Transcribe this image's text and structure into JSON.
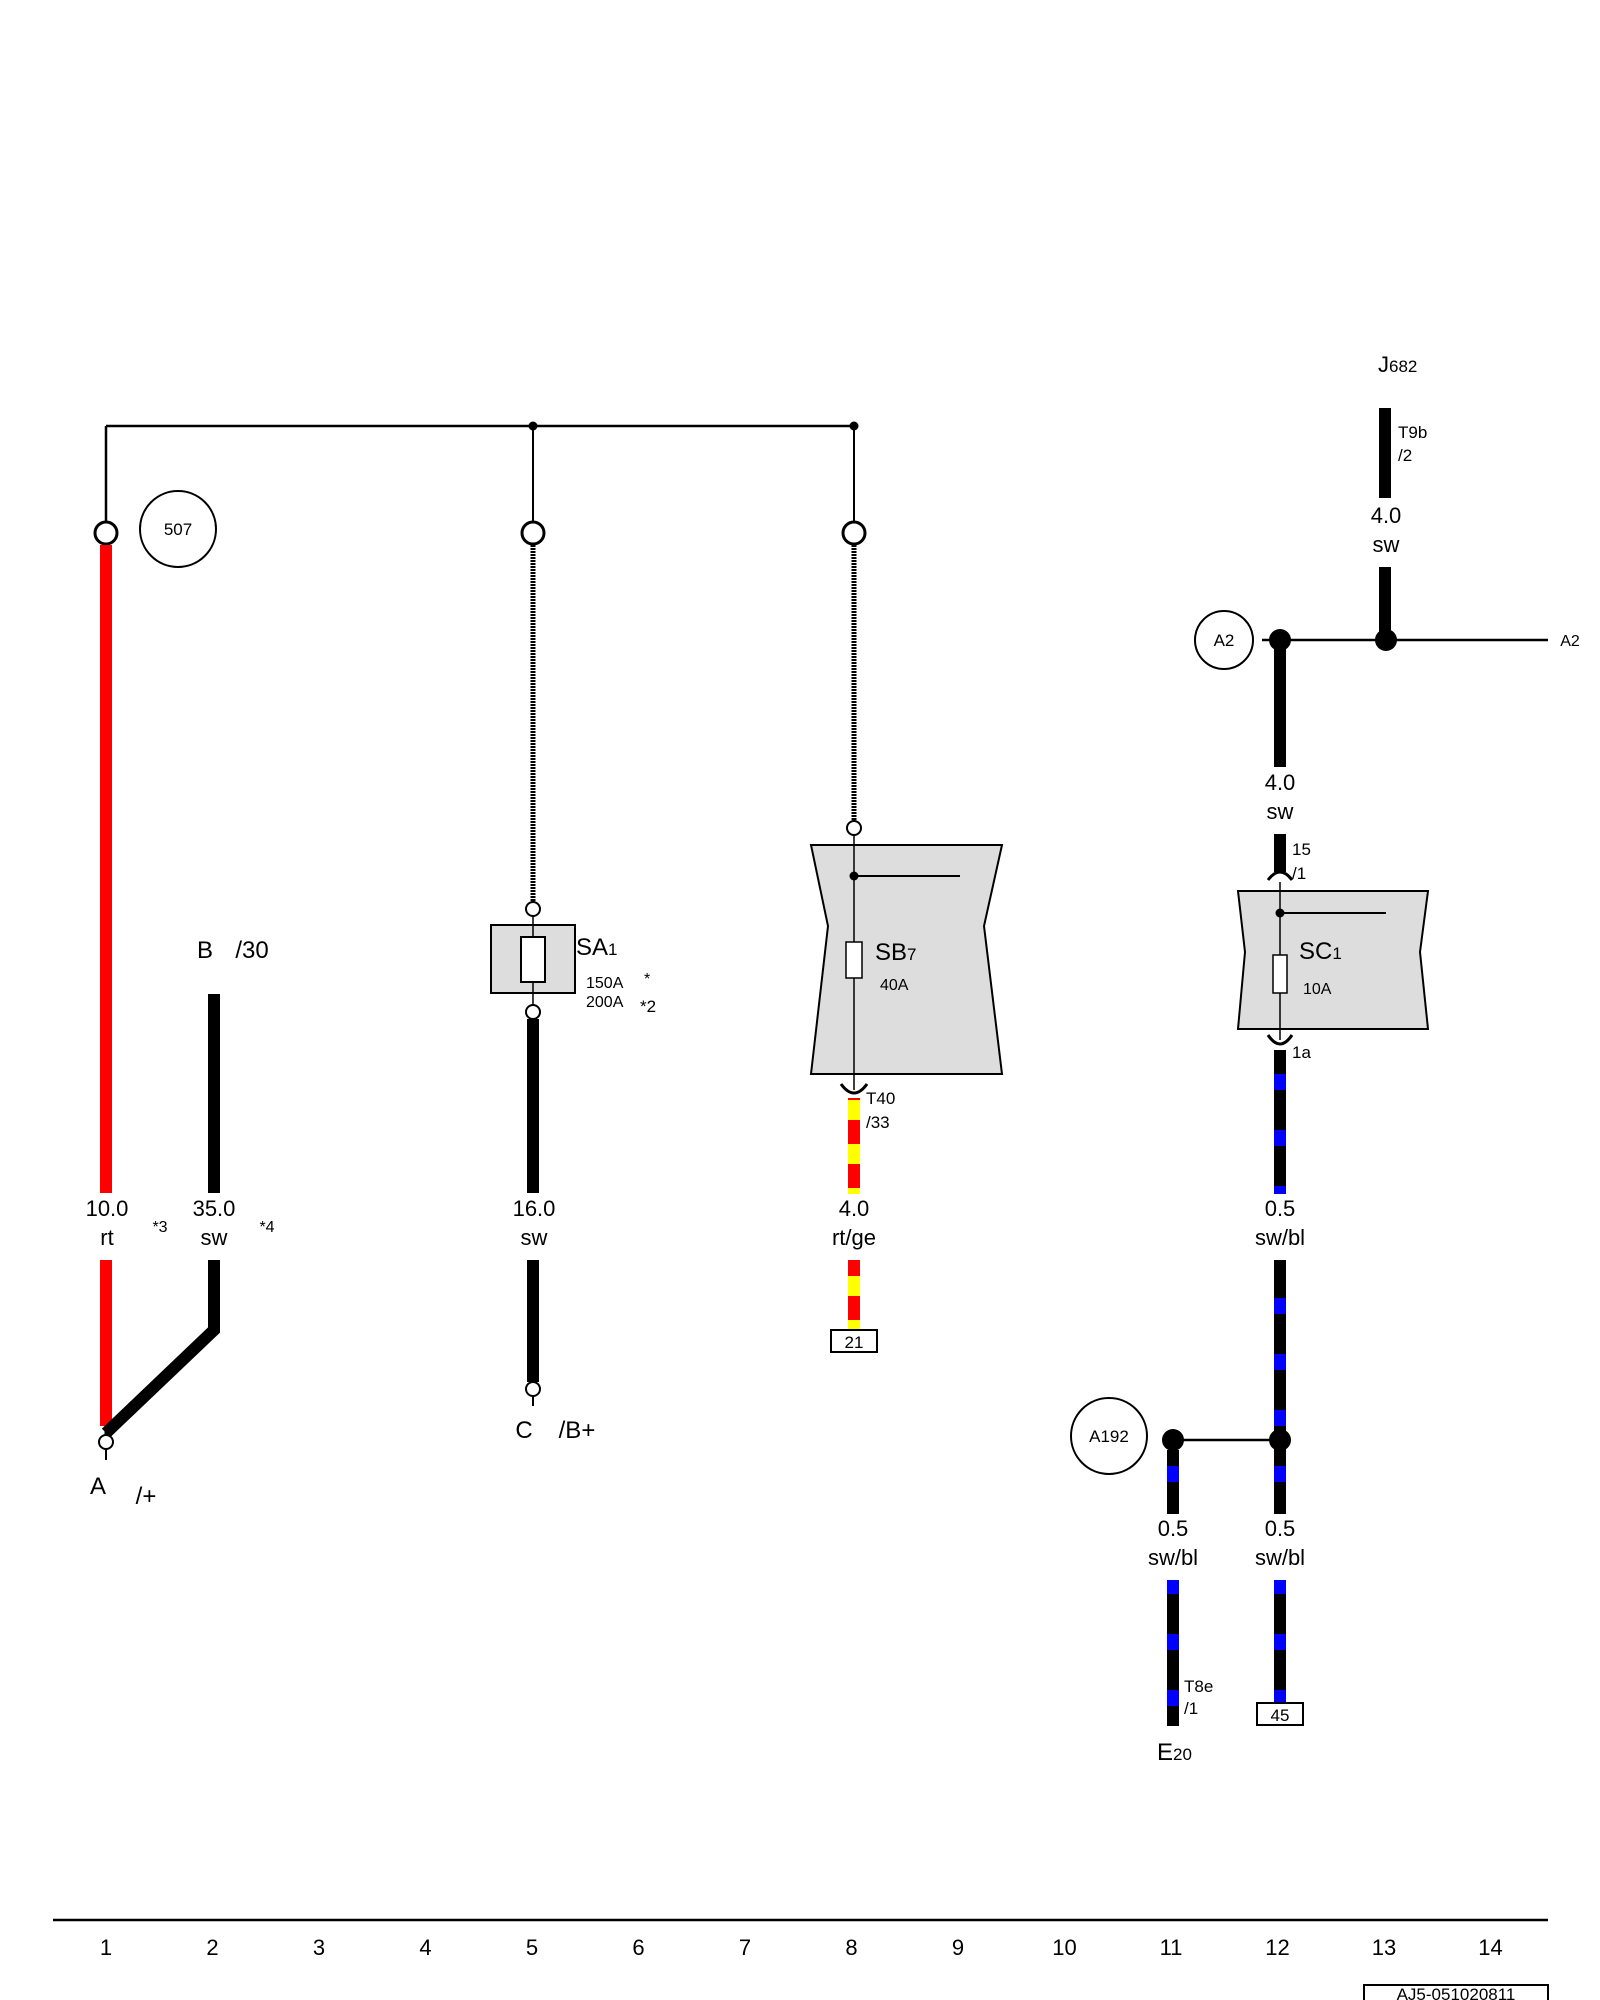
{
  "colors": {
    "red": "#ff0000",
    "yellow": "#ffff00",
    "blue": "#0000ff",
    "black": "#000000",
    "box_fill": "#dddddd"
  },
  "labels": {
    "n507": "507",
    "B": "B",
    "B_pin": "/30",
    "A": "A",
    "A_pin": "/+",
    "C": "C",
    "C_pin": "/B+",
    "SA": "SA",
    "SA_sub": "1",
    "SA_rating1": "150A",
    "SA_star1": "*",
    "SA_rating2": "200A",
    "SA_star2": "*2",
    "SB": "SB",
    "SB_sub": "7",
    "SB_rating": "40A",
    "SC": "SC",
    "SC_sub": "1",
    "SC_rating": "10A",
    "J": "J",
    "J_sub": "682",
    "T9b": "T9b",
    "T9b_pin": "/2",
    "T40": "T40",
    "T40_pin": "/33",
    "pin15": "15",
    "pin15_sub": "/1",
    "pin1a": "1a",
    "A2": "A2",
    "A2_right": "A2",
    "A192": "A192",
    "T8e": "T8e",
    "T8e_pin": "/1",
    "E": "E",
    "E_sub": "20",
    "box21": "21",
    "box45": "45",
    "star3": "*3",
    "star4": "*4",
    "ref_code": "AJ5-051020811"
  },
  "wires": [
    {
      "size": "10.0",
      "color": "rt"
    },
    {
      "size": "35.0",
      "color": "sw"
    },
    {
      "size": "16.0",
      "color": "sw"
    },
    {
      "size": "4.0",
      "color": "rt/ge"
    },
    {
      "size": "0.5",
      "color": "sw/bl"
    },
    {
      "size": "4.0",
      "color": "sw"
    },
    {
      "size": "4.0",
      "color": "sw"
    },
    {
      "size": "0.5",
      "color": "sw/bl"
    },
    {
      "size": "0.5",
      "color": "sw/bl"
    }
  ],
  "columns": [
    "1",
    "2",
    "3",
    "4",
    "5",
    "6",
    "7",
    "8",
    "9",
    "10",
    "11",
    "12",
    "13",
    "14"
  ]
}
